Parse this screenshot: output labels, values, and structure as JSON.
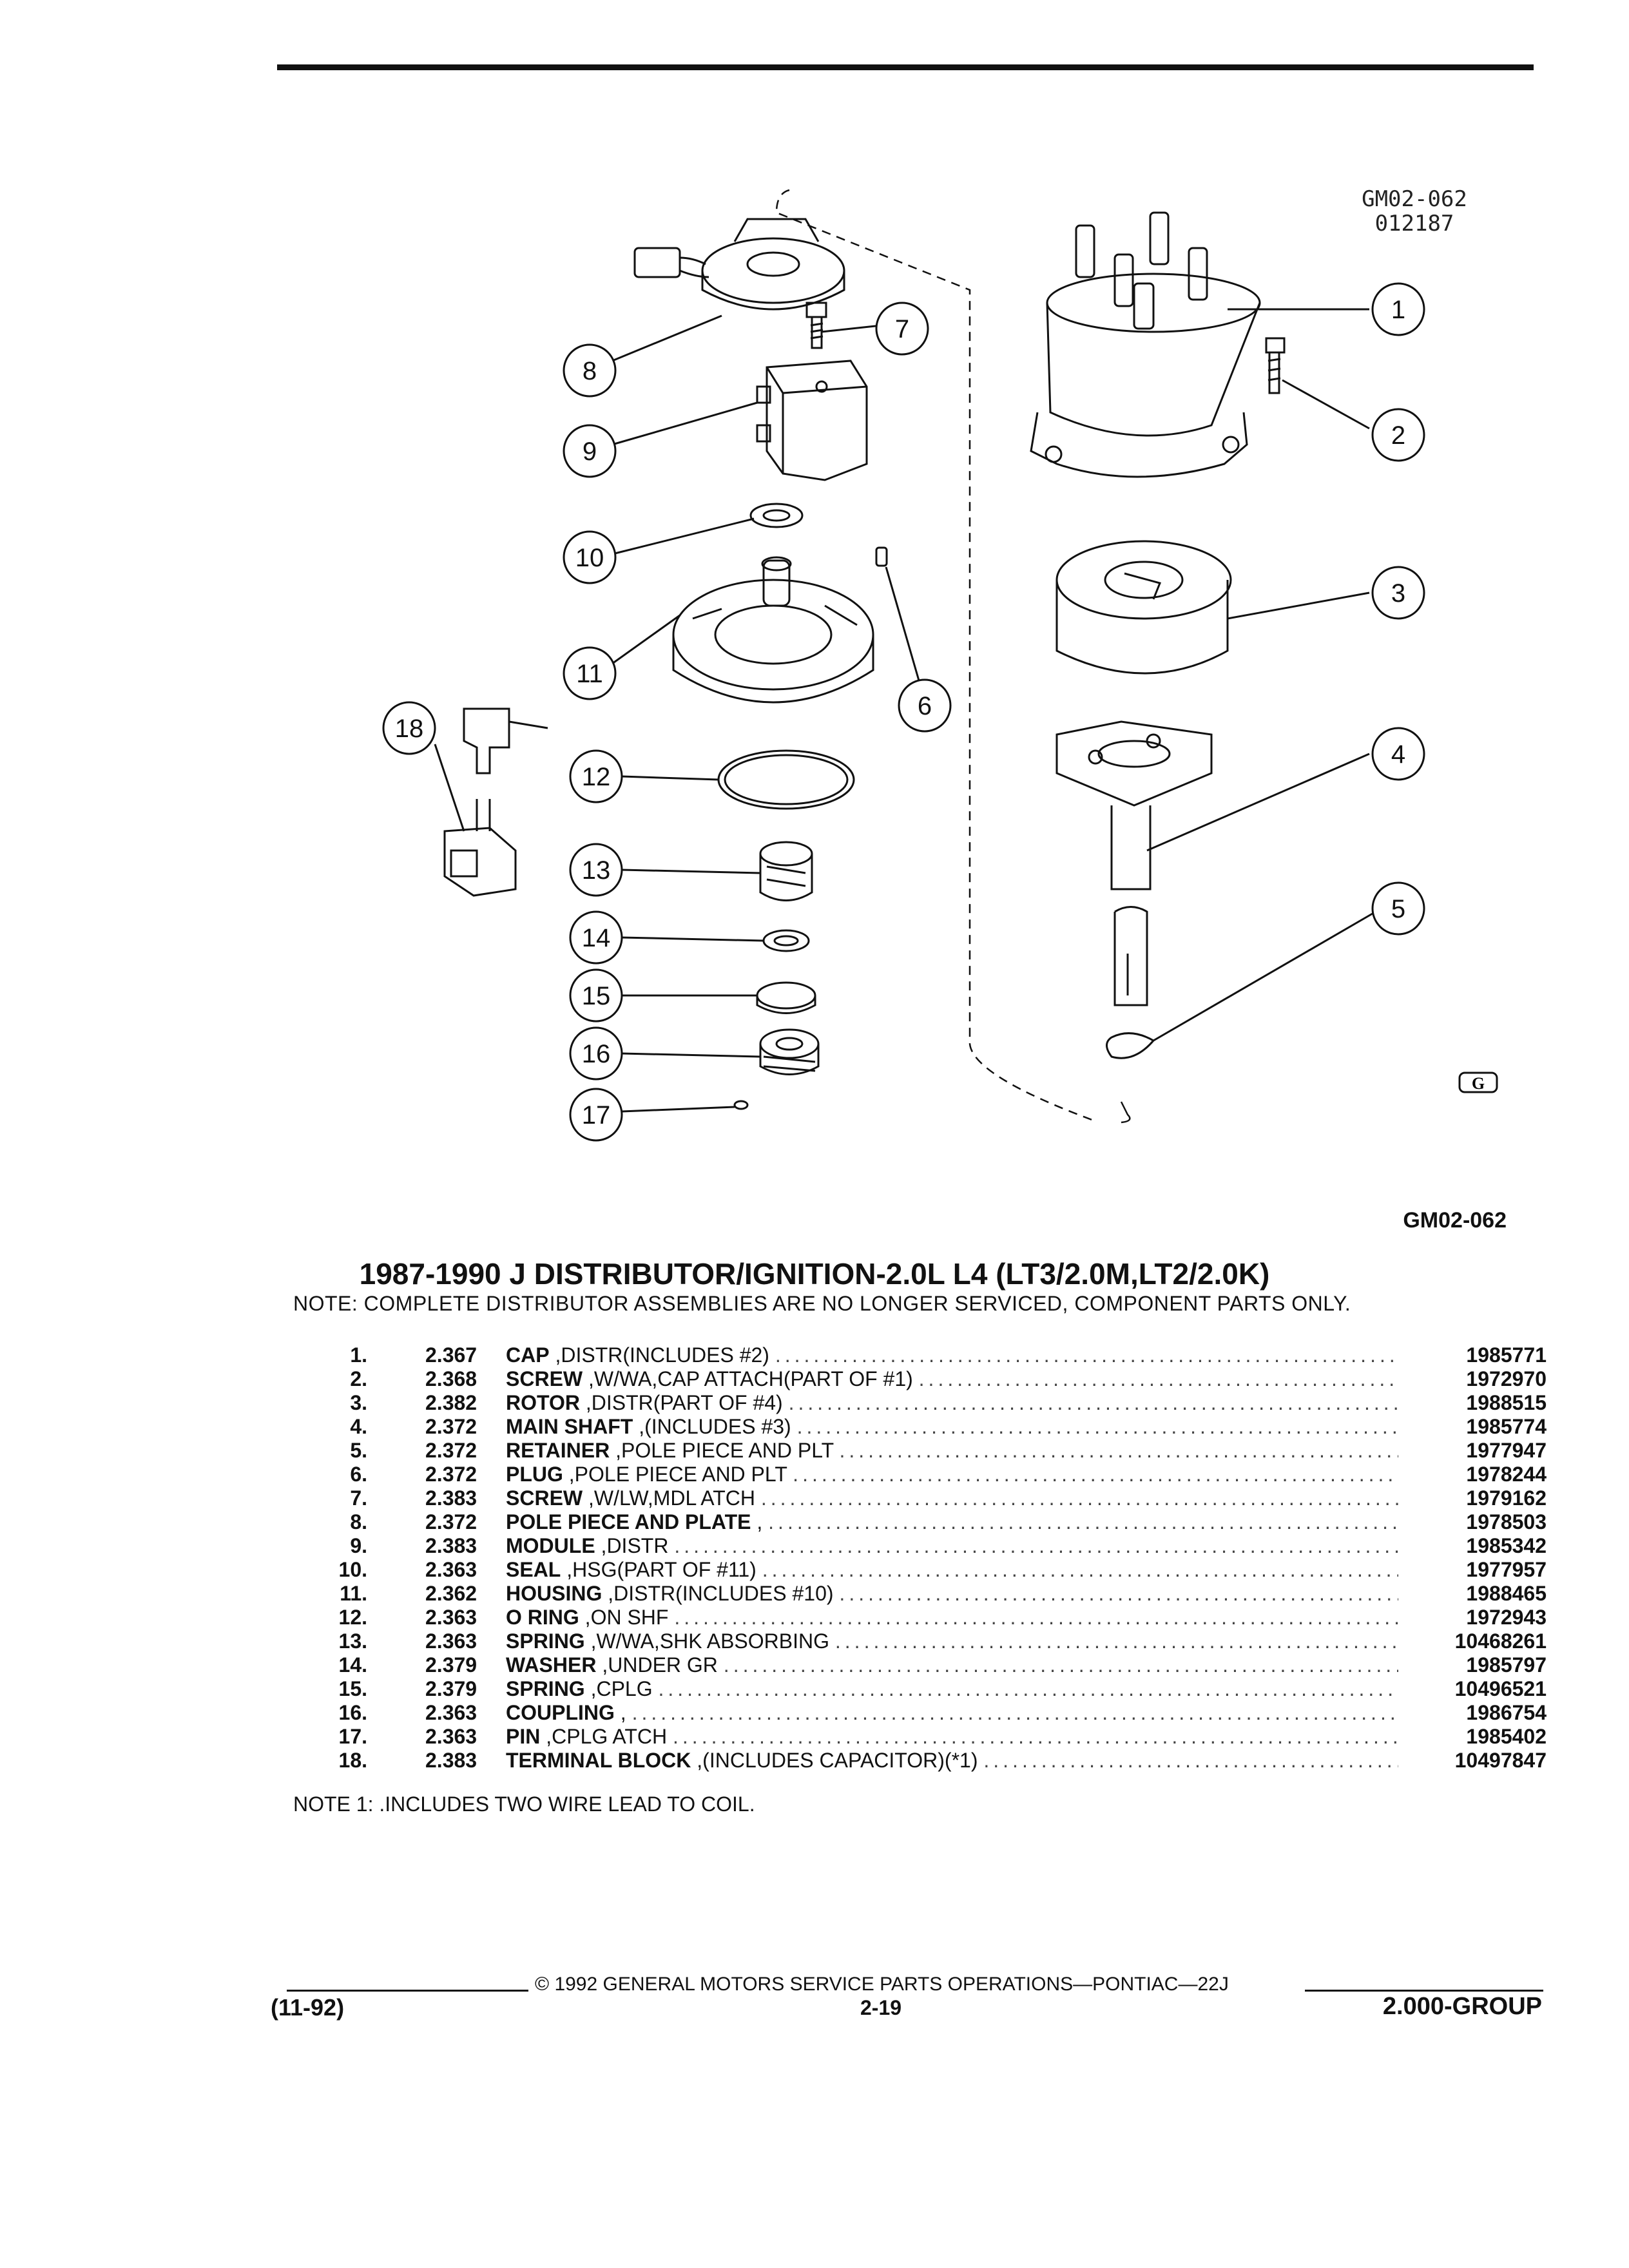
{
  "figure": {
    "id_line1": "GM02-062",
    "id_line2": "012187",
    "id_caption": "GM02-062",
    "logo": "G",
    "callouts": [
      "1",
      "2",
      "3",
      "4",
      "5",
      "6",
      "7",
      "8",
      "9",
      "10",
      "11",
      "12",
      "13",
      "14",
      "15",
      "16",
      "17",
      "18"
    ]
  },
  "title": "1987-1990 J DISTRIBUTOR/IGNITION-2.0L L4 (LT3/2.0M,LT2/2.0K)",
  "note": "NOTE:  COMPLETE DISTRIBUTOR ASSEMBLIES ARE NO LONGER SERVICED, COMPONENT PARTS ONLY.",
  "parts": [
    {
      "num": "1.",
      "group": "2.367",
      "name": "CAP",
      "detail": ",DISTR(INCLUDES #2)",
      "part_no": "1985771"
    },
    {
      "num": "2.",
      "group": "2.368",
      "name": "SCREW",
      "detail": ",W/WA,CAP ATTACH(PART OF #1)",
      "part_no": "1972970"
    },
    {
      "num": "3.",
      "group": "2.382",
      "name": "ROTOR",
      "detail": ",DISTR(PART OF #4)",
      "part_no": "1988515"
    },
    {
      "num": "4.",
      "group": "2.372",
      "name": "MAIN SHAFT",
      "detail": ",(INCLUDES #3)",
      "part_no": "1985774"
    },
    {
      "num": "5.",
      "group": "2.372",
      "name": "RETAINER",
      "detail": ",POLE PIECE AND PLT",
      "part_no": "1977947"
    },
    {
      "num": "6.",
      "group": "2.372",
      "name": "PLUG",
      "detail": ",POLE PIECE AND PLT",
      "part_no": "1978244"
    },
    {
      "num": "7.",
      "group": "2.383",
      "name": "SCREW",
      "detail": ",W/LW,MDL ATCH",
      "part_no": "1979162"
    },
    {
      "num": "8.",
      "group": "2.372",
      "name": "POLE PIECE AND PLATE",
      "detail": ",",
      "part_no": "1978503"
    },
    {
      "num": "9.",
      "group": "2.383",
      "name": "MODULE",
      "detail": ",DISTR",
      "part_no": "1985342"
    },
    {
      "num": "10.",
      "group": "2.363",
      "name": "SEAL",
      "detail": ",HSG(PART OF #11)",
      "part_no": "1977957"
    },
    {
      "num": "11.",
      "group": "2.362",
      "name": "HOUSING",
      "detail": ",DISTR(INCLUDES #10)",
      "part_no": "1988465"
    },
    {
      "num": "12.",
      "group": "2.363",
      "name": "O RING",
      "detail": ",ON SHF",
      "part_no": "1972943"
    },
    {
      "num": "13.",
      "group": "2.363",
      "name": "SPRING",
      "detail": ",W/WA,SHK ABSORBING",
      "part_no": "10468261"
    },
    {
      "num": "14.",
      "group": "2.379",
      "name": "WASHER",
      "detail": ",UNDER GR",
      "part_no": "1985797"
    },
    {
      "num": "15.",
      "group": "2.379",
      "name": "SPRING",
      "detail": ",CPLG",
      "part_no": "10496521"
    },
    {
      "num": "16.",
      "group": "2.363",
      "name": "COUPLING",
      "detail": ",",
      "part_no": "1986754"
    },
    {
      "num": "17.",
      "group": "2.363",
      "name": "PIN",
      "detail": ",CPLG ATCH",
      "part_no": "1985402"
    },
    {
      "num": "18.",
      "group": "2.383",
      "name": "TERMINAL BLOCK",
      "detail": ",(INCLUDES CAPACITOR)(*1)",
      "part_no": "10497847"
    }
  ],
  "footnote": "NOTE  1: .INCLUDES TWO WIRE LEAD TO COIL.",
  "footer": {
    "copyright": "©  1992  GENERAL MOTORS SERVICE PARTS OPERATIONS—PONTIAC—22J",
    "date": "(11-92)",
    "page": "2-19",
    "group": "2.000-GROUP"
  }
}
